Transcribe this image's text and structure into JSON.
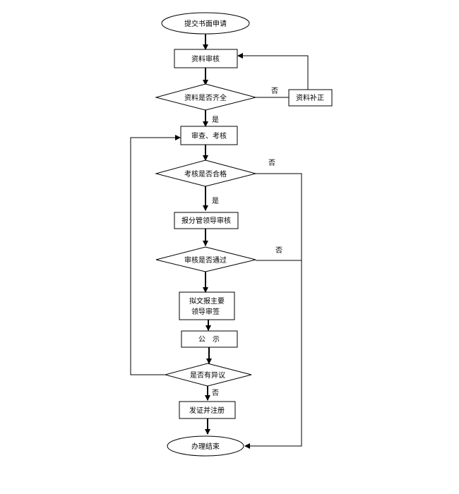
{
  "nodes": {
    "start": "提交书面申请",
    "material_review": "资料审核",
    "materials_complete": "资料是否齐全",
    "supplement": "资料补正",
    "review_assess": "审查、考核",
    "assess_pass": "考核是否合格",
    "report_leader": "报分管领导审核",
    "review_pass": "审核是否通过",
    "draft_line1": "拟文报主要",
    "draft_line2": "领导审签",
    "publicize": "公　示",
    "has_objection": "是否有异议",
    "issue_cert": "发证并注册",
    "end": "办理结束"
  },
  "branches": {
    "no_supplement": "否",
    "yes_complete": "是",
    "no_assess": "否",
    "yes_assess": "是",
    "no_review": "否",
    "no_objection": "否"
  }
}
